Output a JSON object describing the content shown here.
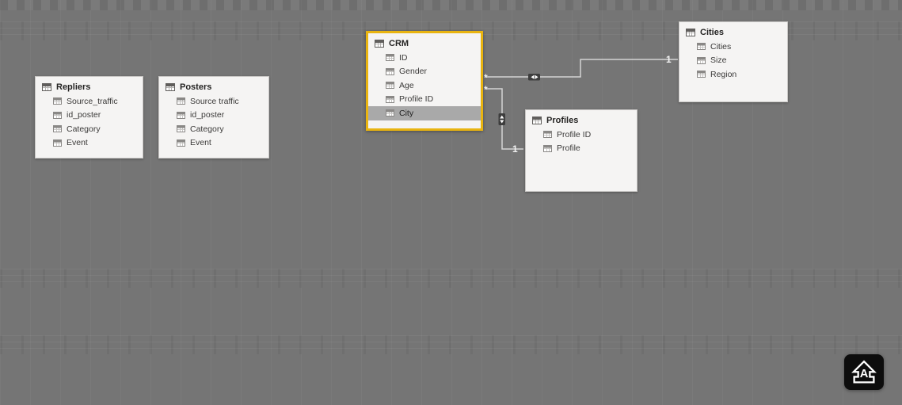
{
  "canvas": {
    "background": "#757575",
    "selection_accent": "#e9b410"
  },
  "tables": {
    "repliers": {
      "name": "Repliers",
      "fields": [
        "Source_traffic",
        "id_poster",
        "Category",
        "Event"
      ]
    },
    "posters": {
      "name": "Posters",
      "fields": [
        "Source traffic",
        "id_poster",
        "Category",
        "Event"
      ]
    },
    "crm": {
      "name": "CRM",
      "fields": [
        "ID",
        "Gender",
        "Age",
        "Profile ID",
        "City"
      ],
      "selected": true,
      "selected_field": "City"
    },
    "cities": {
      "name": "Cities",
      "fields": [
        "Cities",
        "Size",
        "Region"
      ]
    },
    "profiles": {
      "name": "Profiles",
      "fields": [
        "Profile ID",
        "Profile"
      ]
    }
  },
  "relationships": {
    "crm_cities": {
      "many_label": "*",
      "one_label": "1",
      "direction": "both"
    },
    "crm_profiles": {
      "many_label": "*",
      "one_label": "1",
      "direction": "both"
    }
  },
  "floating_button": {
    "letter": "A",
    "name": "arrow-a-overlay"
  }
}
